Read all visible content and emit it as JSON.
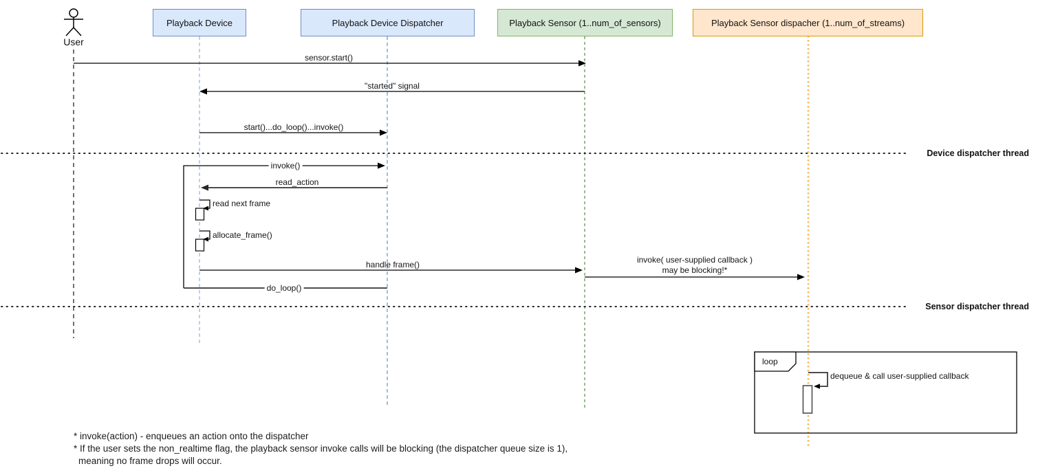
{
  "actor": {
    "label": "User"
  },
  "participants": [
    {
      "label": "Playback Device",
      "fill": "#dae8fc",
      "border": "#6c8ebf"
    },
    {
      "label": "Playback Device Dispatcher",
      "fill": "#dae8fc",
      "border": "#6c8ebf"
    },
    {
      "label": "Playback Sensor (1..num_of_sensors)",
      "fill": "#d5e8d4",
      "border": "#82b366"
    },
    {
      "label": "Playback Sensor dispacher (1..num_of_streams)",
      "fill": "#ffe6cc",
      "border": "#d79b00"
    }
  ],
  "messages": {
    "sensor_start": "sensor.start()",
    "started_signal": "\"started\" signal",
    "start_do_loop_invoke": "start()...do_loop()...invoke()",
    "invoke": "invoke()",
    "read_action": "read_action",
    "read_next_frame": "read next frame",
    "allocate_frame": "allocate_frame()",
    "handle_frame": "handle frame()",
    "invoke_callback_line1": "invoke( user-supplied callback )",
    "invoke_callback_line2": "may be blocking!*",
    "do_loop": "do_loop()",
    "dequeue_callback": "dequeue & call user-supplied callback"
  },
  "threads": {
    "device": "Device dispatcher thread",
    "sensor": "Sensor dispatcher thread"
  },
  "loop_fragment": {
    "label": "loop"
  },
  "footnotes": [
    "* invoke(action) - enqueues an action onto the dispatcher",
    "* If the user sets the non_realtime flag, the playback sensor invoke calls will be blocking (the dispatcher queue size is 1),",
    "meaning no frame drops will occur."
  ],
  "colors": {
    "blue_fill": "#dae8fc",
    "blue_border": "#6c8ebf",
    "green_fill": "#d5e8d4",
    "green_border": "#82b366",
    "orange_fill": "#ffe6cc",
    "orange_border": "#d79b00",
    "line": "#000000",
    "gray_line": "#4d4d4d"
  }
}
